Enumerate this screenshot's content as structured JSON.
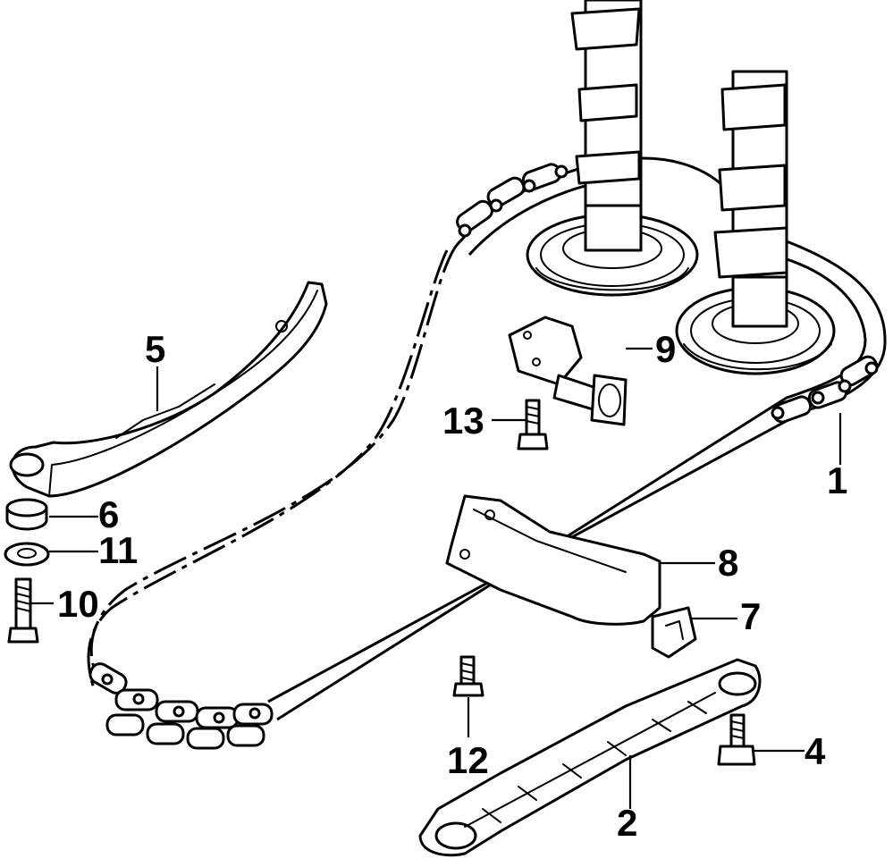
{
  "callouts": {
    "c1": "1",
    "c2": "2",
    "c4": "4",
    "c5": "5",
    "c6": "6",
    "c7": "7",
    "c8": "8",
    "c9": "9",
    "c10": "10",
    "c11": "11",
    "c12": "12",
    "c13": "13"
  },
  "colors": {
    "line": "#000000",
    "background": "#ffffff"
  }
}
